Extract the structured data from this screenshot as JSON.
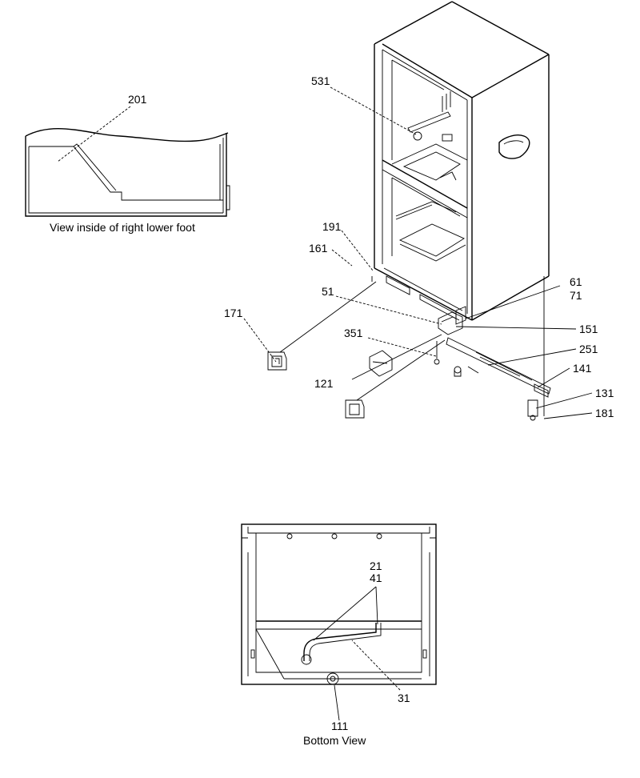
{
  "callouts": {
    "c201": "201",
    "c531": "531",
    "c191": "191",
    "c161": "161",
    "c51": "51",
    "c61": "61",
    "c71": "71",
    "c171": "171",
    "c351": "351",
    "c151": "151",
    "c251": "251",
    "c121": "121",
    "c141": "141",
    "c131": "131",
    "c181": "181",
    "c21": "21",
    "c41": "41",
    "c31": "31",
    "c111": "111"
  },
  "captions": {
    "inset": "View inside of right lower foot",
    "bottom": "Bottom View"
  }
}
